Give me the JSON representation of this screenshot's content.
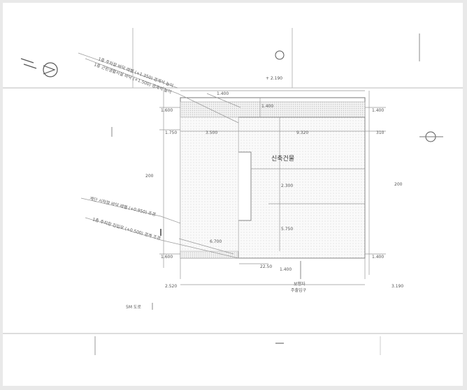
{
  "building": {
    "name": "신축건물"
  },
  "road_label": "5M 도로",
  "entrance": {
    "line1": "보행자",
    "line2": "주출입구"
  },
  "dims": {
    "top": "+ 2.190",
    "left_upper": "1.600",
    "left_mid": "1.750",
    "left_band": "3.500",
    "right_band": "9.320",
    "side_label": "200",
    "side_right": "200",
    "bottom_left": "1.600",
    "bottom_mid": "22.50",
    "bottom_level_left": "2.520",
    "bottom_level_right": "3.190",
    "right_top": "1.400",
    "right_mid": "310",
    "right_bottom": "1.400",
    "vert_a": "1.400",
    "vert_b": "2.300",
    "vert_c": "5.750",
    "vert_d": "1.400",
    "diag_a": "1.400",
    "diag_b": "6.700"
  },
  "leaders": [
    "1층 주차장 바닥 레벨 (+1.350) 경계석 높이",
    "1층 근린생활시설 바닥 (+1.500) 경계석 높이",
    "계단 시작점 바닥 레벨 (+0.950) 조경",
    "1층 주차장 진입로 (+0.500) 경계 조경"
  ],
  "chart_data": {
    "type": "table",
    "title": "",
    "labels": [
      "신축건물",
      "5M 도로",
      "보행자 주출입구"
    ]
  }
}
